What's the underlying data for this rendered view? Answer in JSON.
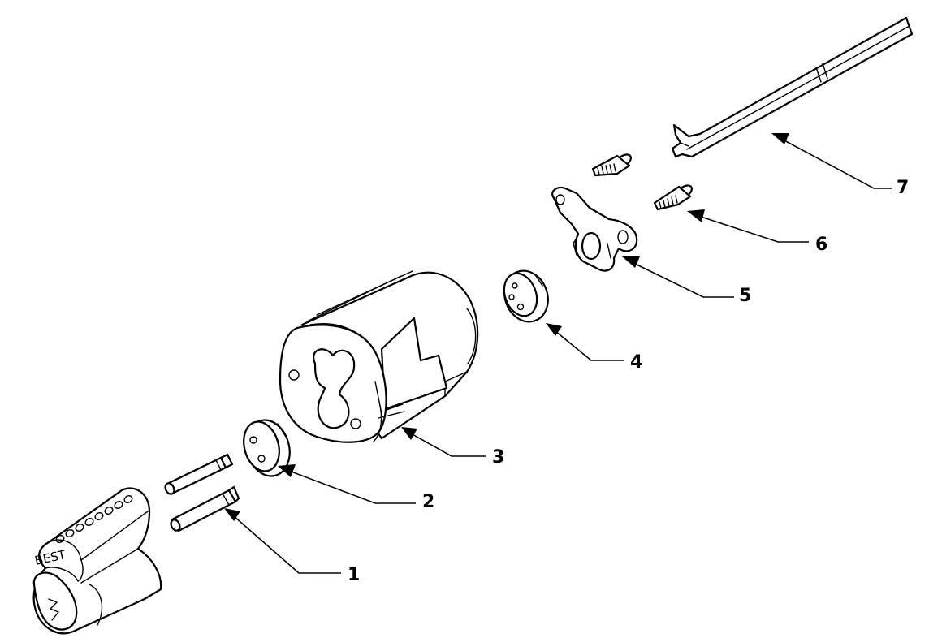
{
  "diagram": {
    "brand_stamp": "BEST",
    "callouts": [
      {
        "id": "1",
        "label": "1"
      },
      {
        "id": "2",
        "label": "2"
      },
      {
        "id": "3",
        "label": "3"
      },
      {
        "id": "4",
        "label": "4"
      },
      {
        "id": "5",
        "label": "5"
      },
      {
        "id": "6",
        "label": "6"
      },
      {
        "id": "7",
        "label": "7"
      }
    ]
  }
}
